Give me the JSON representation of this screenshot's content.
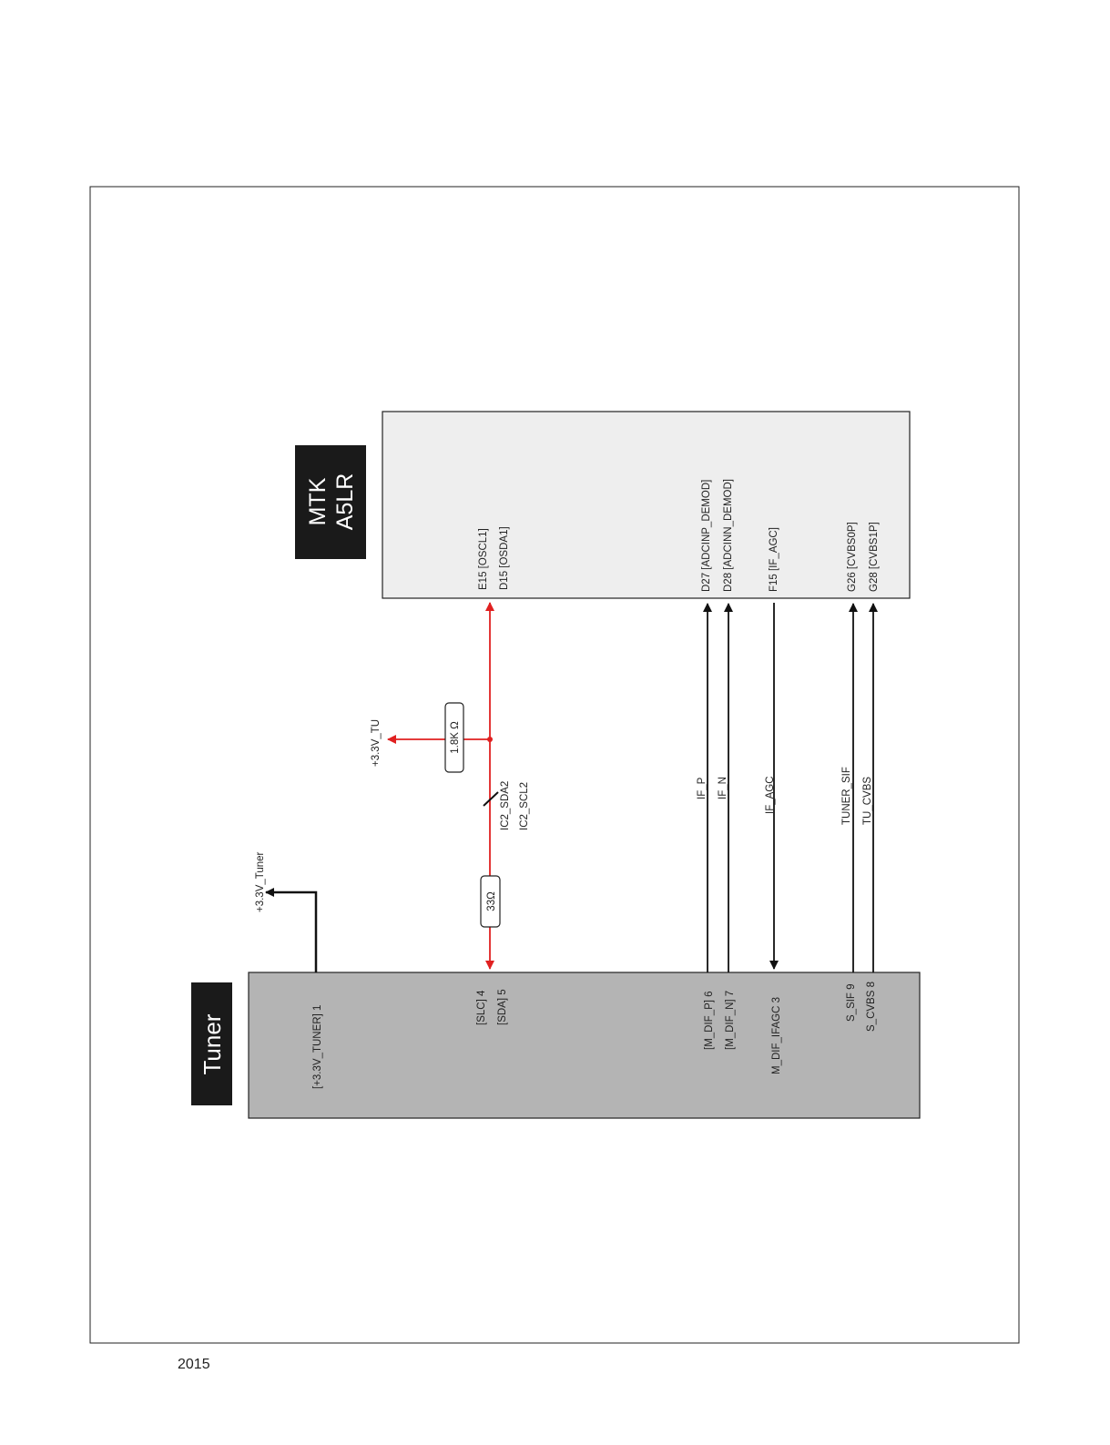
{
  "mtk": {
    "title_line1": "MTK",
    "title_line2": "A5LR",
    "pins": {
      "oscl": "E15 [OSCL1]",
      "osda": "D15 [OSDA1]",
      "adcinp": "D27 [ADCINP_DEMOD]",
      "adcinn": "D28 [ADCINN_DEMOD]",
      "ifagc": "F15 [IF_AGC]",
      "cvbs0": "G26 [CVBS0P]",
      "cvbs1": "G28 [CVBS1P]"
    }
  },
  "tuner": {
    "title": "Tuner",
    "pins": {
      "v33": "[+3.3V_TUNER] 1",
      "slc": "[SLC] 4",
      "sda": "[SDA] 5",
      "mdifp": "[M_DIF_P] 6",
      "mdifn": "[M_DIF_N] 7",
      "ifagc": "M_DIF_IFAGC 3",
      "ssif": "S_SIF 9",
      "scvbs": "S_CVBS 8"
    }
  },
  "nets": {
    "v33_tuner": "+3.3V_Tuner",
    "v33_tu": "+3.3V_TU",
    "r_pullup": "1.8K Ω",
    "r_series": "33Ω",
    "i2c_sda": "IC2_SDA2",
    "i2c_scl": "IC2_SCL2",
    "if_p": "IF_P",
    "if_n": "IF_N",
    "if_agc": "IF_AGC",
    "tuner_sif": "TUNER_SIF",
    "tu_cvbs": "TU_CVBS"
  },
  "colors": {
    "i2c_wire": "#e02020",
    "signal_wire": "#111111",
    "mtk_fill": "#eeeeee",
    "tuner_fill": "#b4b4b4",
    "title_bg": "#1a1a1a"
  },
  "footer": "2015"
}
